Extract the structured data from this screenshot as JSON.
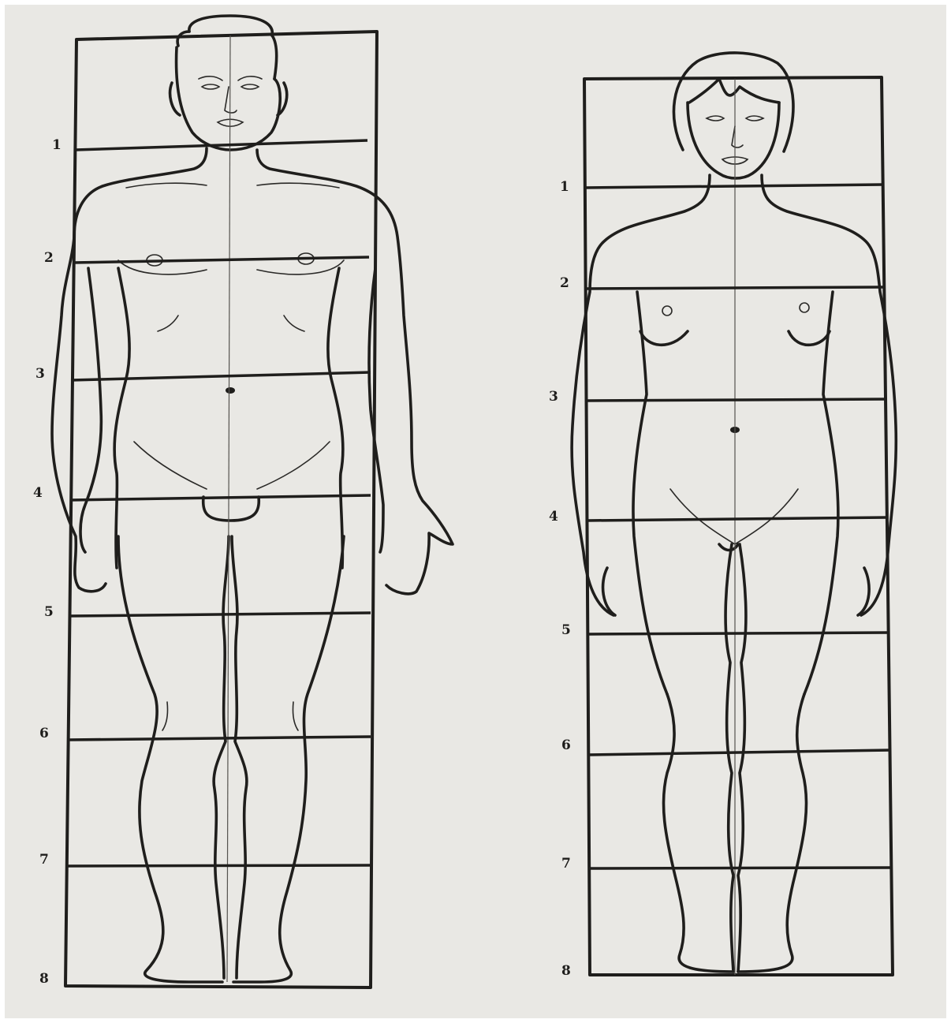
{
  "figures": [
    {
      "id": "male",
      "labels": [
        "1",
        "2",
        "3",
        "4",
        "5",
        "6",
        "7",
        "8"
      ]
    },
    {
      "id": "female",
      "labels": [
        "1",
        "2",
        "3",
        "4",
        "5",
        "6",
        "7",
        "8"
      ]
    }
  ],
  "colors": {
    "paper": "#e9e8e4",
    "ink": "#1f1e1c"
  }
}
